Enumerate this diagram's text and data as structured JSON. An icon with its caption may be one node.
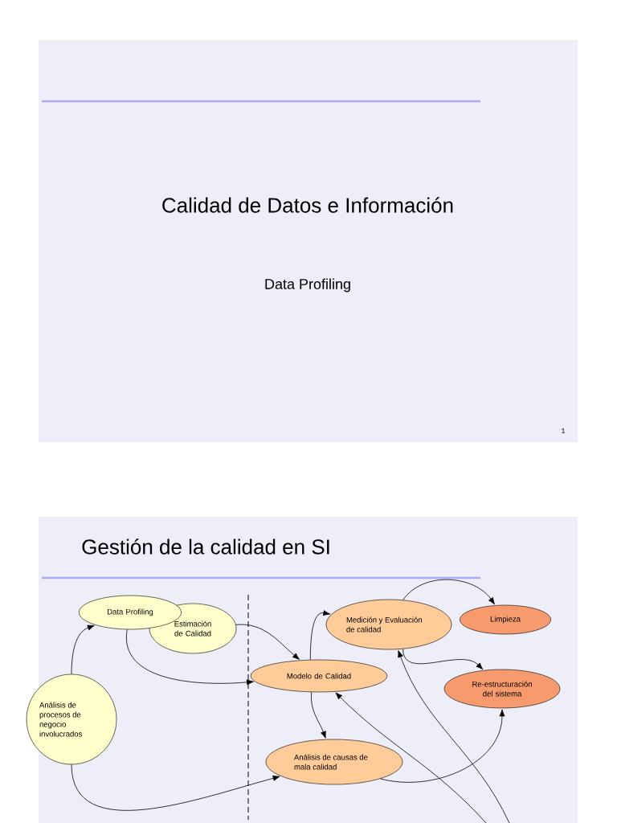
{
  "diagram": {
    "nodes": [
      {
        "text": [
          "Data Profiling"
        ]
      },
      {
        "text": [
          "Estimación de Calidad"
        ]
      },
      {
        "text": [
          "Análisis de procesos de negocio involucrados"
        ]
      },
      {
        "text": [
          "Modelo de Calidad"
        ]
      },
      {
        "text": [
          "Medición y Evaluación de calidad"
        ]
      },
      {
        "text": [
          "Limpieza"
        ]
      },
      {
        "text": [
          "Re-estructuración del sistema"
        ]
      },
      {
        "text": [
          "Análisis de causas de mala calidad"
        ]
      }
    ],
    "edges": [
      {
        "from": 2,
        "to": 0,
        "arrow": "to"
      },
      {
        "from": 0,
        "to": 3,
        "arrow": "to"
      },
      {
        "from": 1,
        "to": 3,
        "arrow": "to"
      },
      {
        "from": 2,
        "to": 7,
        "arrow": "to"
      },
      {
        "from": 3,
        "to": 4,
        "arrow": "to"
      },
      {
        "from": 3,
        "to": 7,
        "arrow": "to"
      },
      {
        "from": 4,
        "to": 5,
        "arrow": "to"
      },
      {
        "from": 4,
        "to": 6,
        "arrow": "to"
      },
      {
        "from": 7,
        "to": 6,
        "arrow": "to"
      },
      {
        "from": null,
        "to": 3,
        "arrow": "to"
      },
      {
        "from": null,
        "to": 4,
        "arrow": "to"
      }
    ],
    "labels": [
      "Calidad de Datos e Información",
      "Data Profiling",
      "1",
      "Gestión de la calidad en SI"
    ]
  }
}
